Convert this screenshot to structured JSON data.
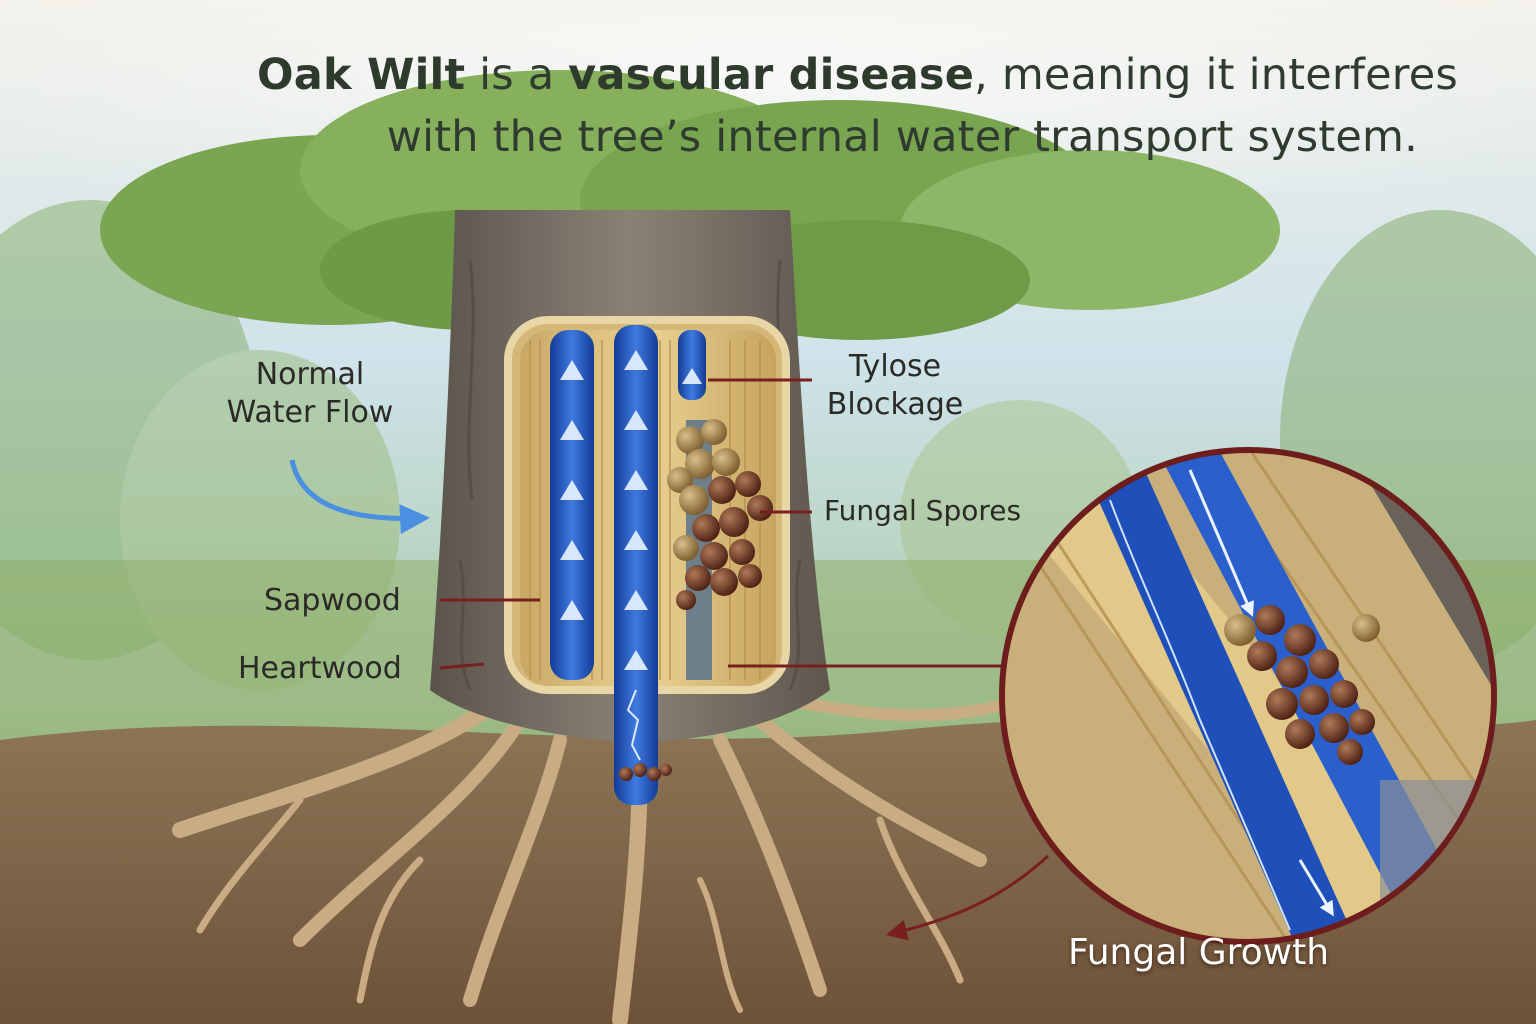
{
  "headline": {
    "bold1": "Oak Wilt",
    "text1": " is a ",
    "bold2": "vascular disease",
    "text2": ", meaning it interferes",
    "line2": "with the tree’s internal water transport system."
  },
  "labels": {
    "normal_flow_line1": "Normal",
    "normal_flow_line2": "Water Flow",
    "tylose_line1": "Tylose",
    "tylose_line2": "Blockage",
    "fungal_spores": "Fungal Spores",
    "sapwood": "Sapwood",
    "heartwood": "Heartwood",
    "fungal_growth": "Fungal Growth"
  },
  "colors": {
    "vessel_blue": "#1f4fb8",
    "sapwood": "#d9bf7e",
    "bark": "#6e665c",
    "leader_line": "#7a1f1f",
    "flow_arrow": "#4a8fe0",
    "spore": "#5a2a1a",
    "foliage": "#6f9e4a"
  }
}
